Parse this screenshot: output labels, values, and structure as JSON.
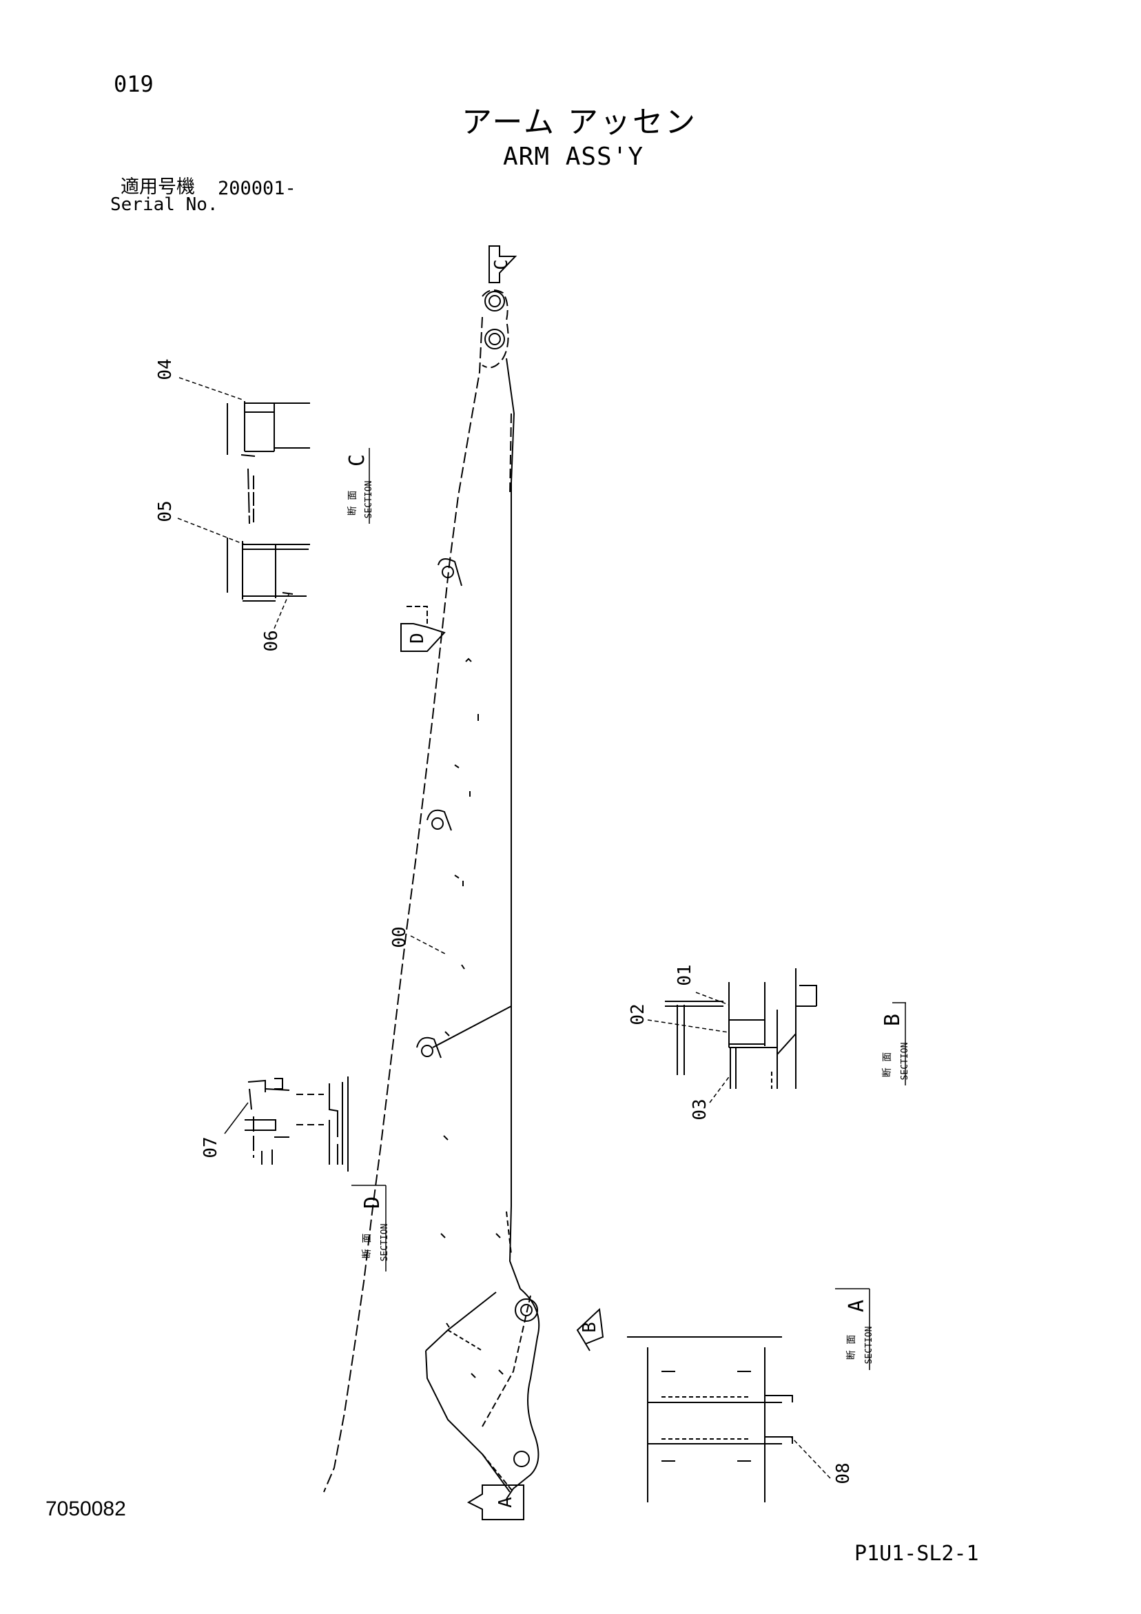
{
  "header": {
    "page_number": "019",
    "title_jp": "アーム アッセン",
    "title_en": "ARM ASS'Y",
    "serial_label_jp": "適用号機",
    "serial_range": "200001-",
    "serial_label_en": "Serial No."
  },
  "footer": {
    "drawing_number": "7050082",
    "page_code": "P1U1-SL2-1"
  },
  "section_view": {
    "jp": "断 面",
    "en": "SECTION"
  },
  "section_markers": {
    "a": "A",
    "b": "B",
    "c": "C",
    "d": "D"
  },
  "parts": {
    "p00": "00",
    "p01": "01",
    "p02": "02",
    "p03": "03",
    "p04": "04",
    "p05": "05",
    "p06": "06",
    "p07": "07",
    "p08": "08"
  }
}
